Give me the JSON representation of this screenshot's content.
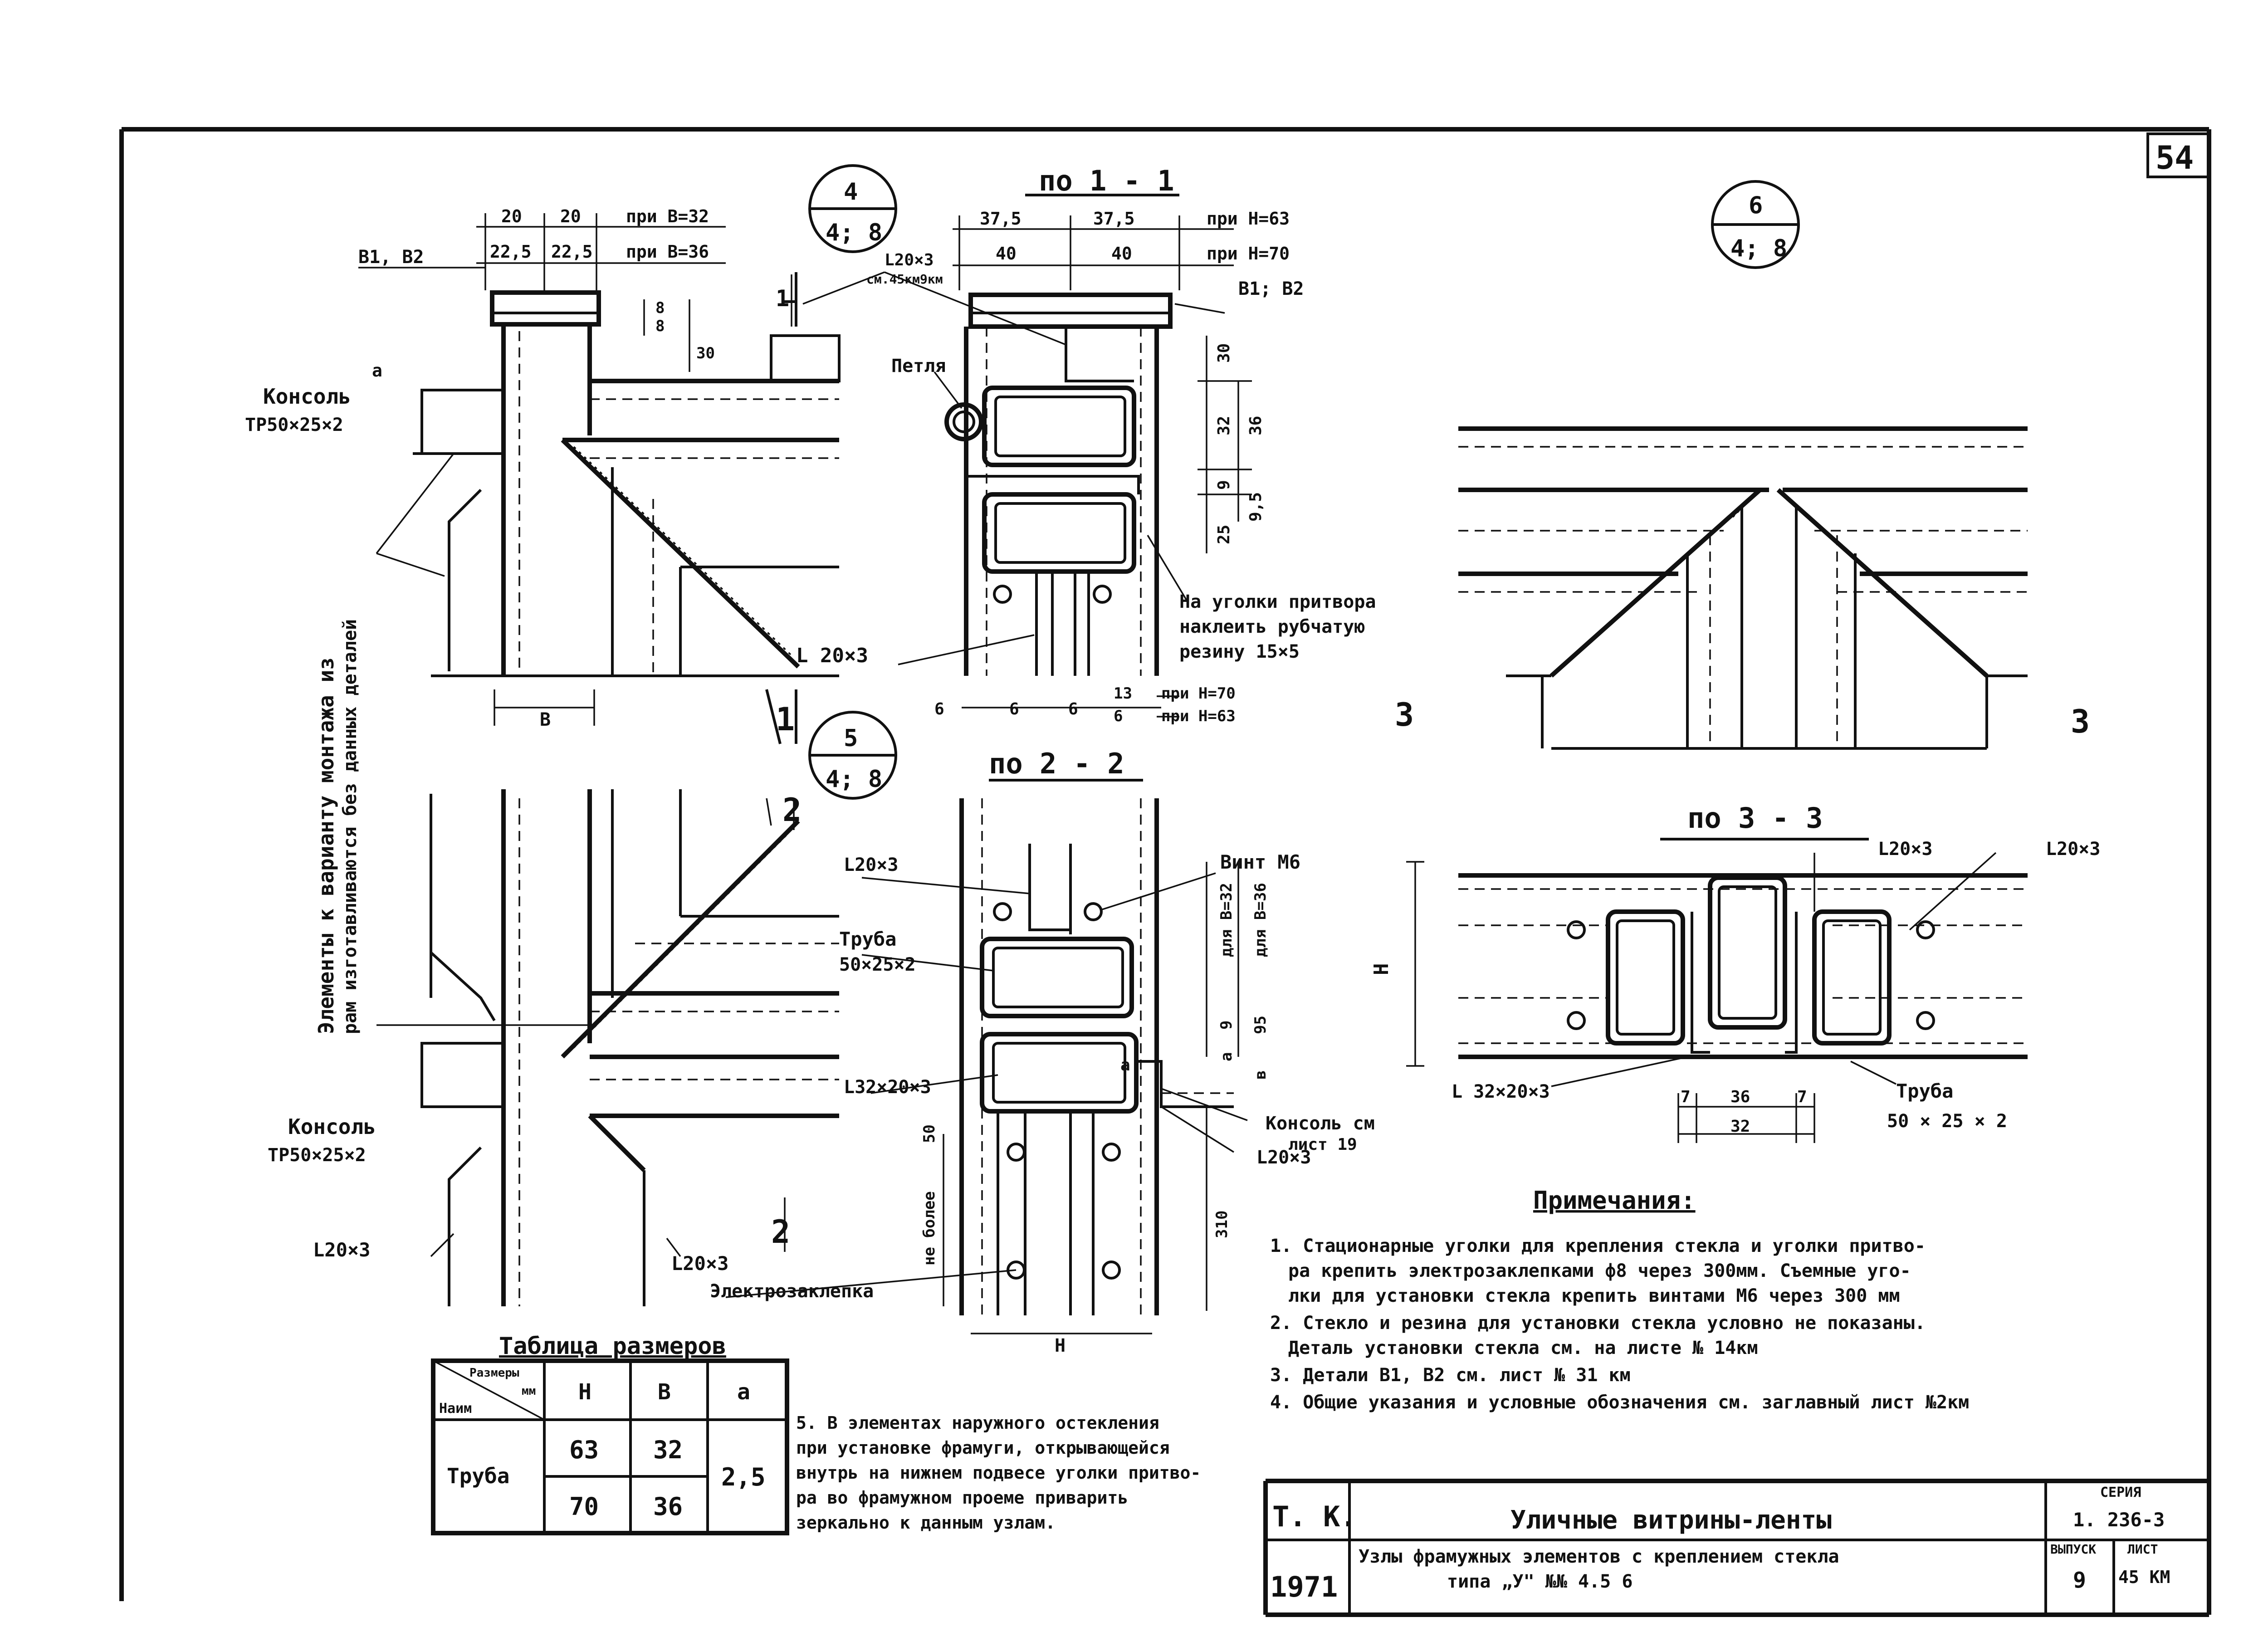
{
  "sheet": {
    "page_number": "54",
    "series_label": "СЕРИЯ",
    "series_value": "1. 236-3",
    "issue_label": "ВЫПУСК",
    "issue_value": "9",
    "sheet_label": "ЛИСТ",
    "sheet_value": "45 КМ",
    "org": "Т. К.",
    "year": "1971",
    "title": "Уличные витрины-ленты",
    "subtitle_line1": "Узлы фрамужных элементов с креплением стекла",
    "subtitle_line2": "типа „У\" №№ 4.5 6"
  },
  "callouts": [
    {
      "top": "4",
      "bottom": "4; 8"
    },
    {
      "top": "5",
      "bottom": "4; 8"
    },
    {
      "top": "6",
      "bottom": "4; 8"
    }
  ],
  "section_titles": {
    "s11": "по 1 - 1",
    "s22": "по 2 - 2",
    "s33": "по 3 - 3"
  },
  "section_marks": {
    "m1a": "1",
    "m1b": "1",
    "m2a": "2",
    "m2b": "2",
    "m3a": "3",
    "m3b": "3"
  },
  "labels": {
    "b1b2_left": "В1, В2",
    "b1b2_right": "В1; В2",
    "console_top": "Консоль",
    "console_top_spec": "ТР50×25×2",
    "console_bot": "Консоль",
    "console_bot_spec": "ТР50×25×2",
    "l20_a": "L20×3",
    "l20_a2": "см.45км9км",
    "petlya": "Петля",
    "l20_b": "L 20×3",
    "na_ugolki_1": "На уголки притвора",
    "na_ugolki_2": "наклеить рубчатую",
    "na_ugolki_3": "резину 15×5",
    "vertical_note_1": "Элементы к варианту монтажа из",
    "vertical_note_2": "рам изготавливаются без данных деталей",
    "l20_c": "L20×3",
    "vint": "Винт М6",
    "truba": "Труба",
    "truba_spec": "50×25×2",
    "l32": "L32×20×3",
    "console_cm": "Консоль см",
    "console_list": "лист 19",
    "l20_d": "L20×3",
    "l20_e": "L20×3",
    "l20_f": "L20×3",
    "electro": "Электрозаклепка",
    "ne_bolee": "не более",
    "l20_g": "L20×3",
    "l20_h": "L20×3",
    "l32_b": "L 32×20×3",
    "truba_b": "Труба",
    "truba_b_spec": "50 × 25 × 2"
  },
  "dimensions": {
    "d20a": "20",
    "d20b": "20",
    "pri_b32": "при В=32",
    "d225a": "22,5",
    "d225b": "22,5",
    "pri_b36": "при В=36",
    "d375a": "37,5",
    "d375b": "37,5",
    "pri_h63": "при Н=63",
    "d40a": "40",
    "d40b": "40",
    "pri_h70": "при Н=70",
    "d30": "30",
    "d32": "32",
    "d36": "36",
    "d9": "9",
    "d95": "9,5",
    "d25": "25",
    "d8": "8",
    "d8b": "8",
    "d30b": "30",
    "d_a": "а",
    "d6a": "6",
    "d6b": "6",
    "d6c": "6",
    "d13": "13",
    "d6d": "6",
    "pri_h70b": "при Н=70",
    "pri_h63b": "при Н=63",
    "dB": "В",
    "dla_b32": "для В=32",
    "dla_b36": "для В=36",
    "dH": "Н",
    "dH2": "Н",
    "d9b": "9",
    "d95b": "95",
    "d_a2": "а",
    "dB2": "в",
    "d_a3": "а",
    "d50": "50",
    "d310": "310",
    "d7a": "7",
    "d36b": "36",
    "d7b": "7",
    "d32b": "32"
  },
  "size_table": {
    "title": "Таблица размеров",
    "corner_top": "Размеры",
    "corner_mm": "мм",
    "corner_bottom": "Наим",
    "columns": [
      "Н",
      "В",
      "а"
    ],
    "row_label": "Труба",
    "rows": [
      [
        "63",
        "32"
      ],
      [
        "70",
        "36"
      ]
    ],
    "a_value": "2,5"
  },
  "note5": [
    "5. В элементах наружного остекления",
    "при установке фрамуги, открывающейся",
    "внутрь на нижнем подвесе уголки притво-",
    "ра во фрамужном проеме приварить",
    "зеркально к данным узлам."
  ],
  "notes": {
    "title": "Примечания:",
    "lines": [
      "1. Стационарные уголки для крепления стекла и уголки притво-",
      "ра крепить электрозаклепками ф8 через 300мм. Съемные уго-",
      "лки для установки стекла крепить винтами М6 через 300 мм",
      "2. Стекло и резина для установки стекла условно не показаны.",
      "Деталь установки стекла см. на листе № 14км",
      "3. Детали В1, В2 см. лист № 31 км",
      "4. Общие указания и условные обозначения см. заглавный лист №2км"
    ]
  }
}
